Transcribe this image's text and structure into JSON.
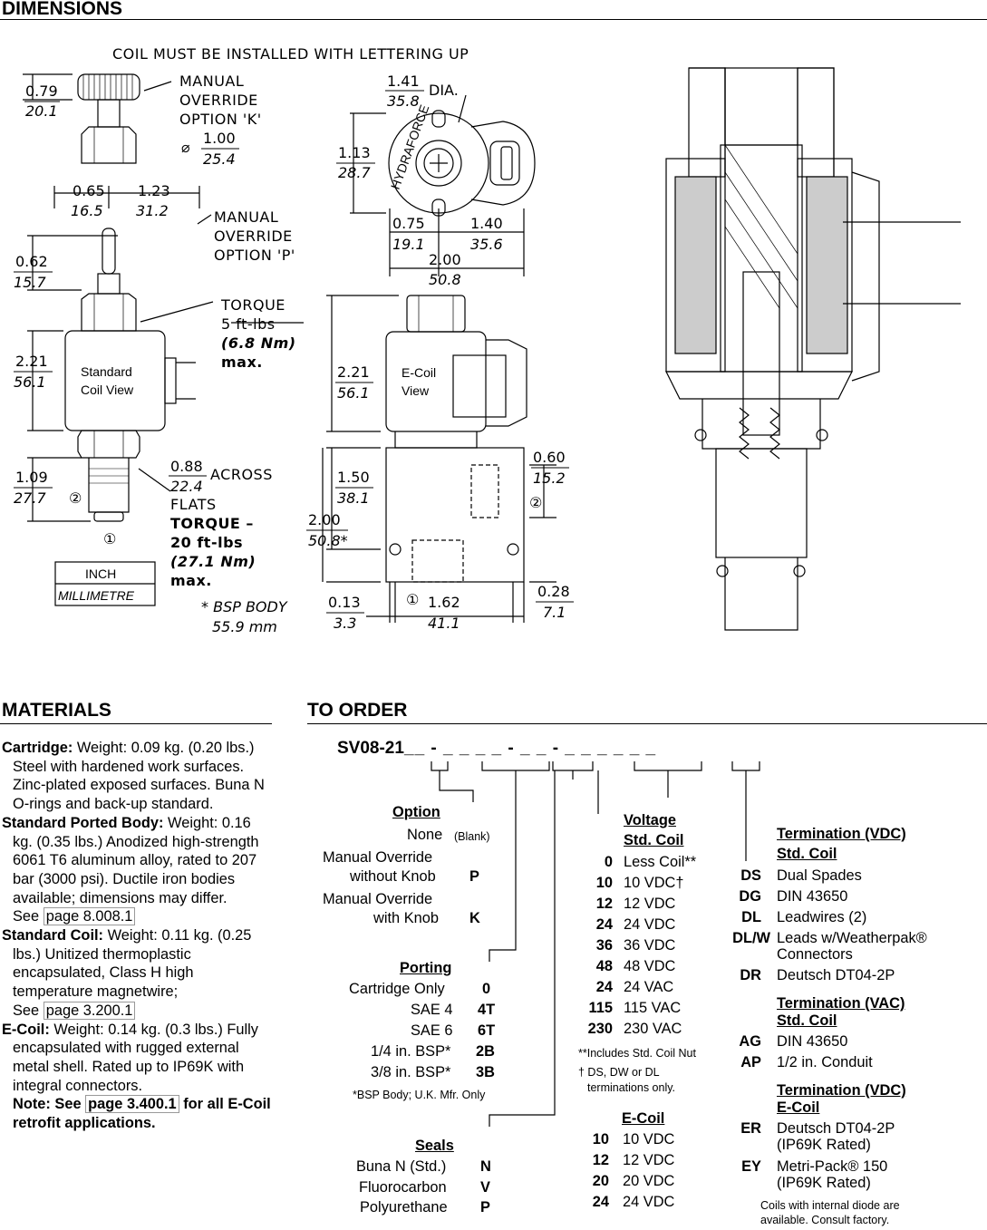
{
  "headings": {
    "dimensions": "DIMENSIONS",
    "materials": "MATERIALS",
    "to_order": "TO ORDER"
  },
  "dimensions": {
    "coil_note": "COIL MUST BE INSTALLED WITH LETTERING UP",
    "manual_override_k": [
      "MANUAL",
      "OVERRIDE",
      "OPTION 'K'"
    ],
    "manual_override_p": [
      "MANUAL",
      "OVERRIDE",
      "OPTION 'P'"
    ],
    "dim_079": "0.79",
    "dim_201": "20.1",
    "dim_100": "1.00",
    "dim_254": "25.4",
    "dim_065": "0.65",
    "dim_165": "16.5",
    "dim_123": "1.23",
    "dim_312": "31.2",
    "dim_062": "0.62",
    "dim_157": "15.7",
    "dim_221a": "2.21",
    "dim_561a": "56.1",
    "dim_109": "1.09",
    "dim_277": "27.7",
    "dim_088": "0.88",
    "dim_224": "22.4",
    "across": "ACROSS",
    "flats": "FLATS",
    "torque_label": "TORQUE",
    "torque1": "5 ft-lbs",
    "torque1_metric": "(6.8 Nm)",
    "max": "max.",
    "torque2_label": "TORQUE –",
    "torque2": "20 ft-lbs",
    "torque2_metric": "(27.1 Nm)",
    "inch": "INCH",
    "millimetre": "MILLIMETRE",
    "bsp_body": "* BSP BODY",
    "bsp_mm": "55.9 mm",
    "standard_coil_view": [
      "Standard",
      "Coil View"
    ],
    "ecoil_view": [
      "E-Coil",
      "View"
    ],
    "dim_141": "1.41",
    "dim_358": "35.8",
    "dia": "DIA.",
    "dim_113": "1.13",
    "dim_287": "28.7",
    "dim_075": "0.75",
    "dim_191": "19.1",
    "dim_140": "1.40",
    "dim_356": "35.6",
    "dim_200a": "2.00",
    "dim_508a": "50.8",
    "dim_221b": "2.21",
    "dim_561b": "56.1",
    "dim_150": "1.50",
    "dim_381": "38.1",
    "dim_200b": "2.00",
    "dim_508b": "50.8*",
    "dim_060": "0.60",
    "dim_152": "15.2",
    "dim_013": "0.13",
    "dim_33": "3.3",
    "dim_162": "1.62",
    "dim_411": "41.1",
    "dim_028": "0.28",
    "dim_71": "7.1",
    "port1": "①",
    "port2": "②",
    "hydraforce": "HYDRAFORCE"
  },
  "materials": {
    "cartridge": {
      "label": "Cartridge:",
      "text": " Weight: 0.09 kg. (0.20 lbs.) Steel with hardened work surfaces. Zinc-plated exposed surfaces. Buna N O-rings and back-up standard."
    },
    "body": {
      "label": "Standard Ported Body:",
      "text": " Weight: 0.16 kg. (0.35 lbs.) Anodized high-strength 6061 T6 aluminum alloy, rated to 207 bar (3000 psi). Ductile iron bodies available; dimensions may differ.",
      "see": "See ",
      "ref": "page 8.008.1"
    },
    "coil": {
      "label": "Standard Coil:",
      "text": " Weight: 0.11 kg. (0.25 lbs.) Unitized thermoplastic encapsulated, Class H high temperature magnetwire;",
      "see": "See ",
      "ref": "page 3.200.1"
    },
    "ecoil": {
      "label": "E-Coil:",
      "text": " Weight: 0.14 kg. (0.3 lbs.) Fully encapsulated with rugged external metal shell. Rated up to IP69K with integral connectors.",
      "note": "Note: See ",
      "ref": "page 3.400.1",
      "note_end": " for all E-Coil retrofit applications."
    }
  },
  "order": {
    "code": "SV08-21",
    "code_blanks": "__ - _ _ _ _ - _ _ - _ _ _ _ _ _",
    "option": {
      "title": "Option",
      "rows": [
        {
          "label": "None",
          "extra": "(Blank)",
          "code": ""
        },
        {
          "label": "Manual Override",
          "label2": "without Knob",
          "code": "P"
        },
        {
          "label": "Manual Override",
          "label2": "with Knob",
          "code": "K"
        }
      ]
    },
    "porting": {
      "title": "Porting",
      "rows": [
        {
          "label": "Cartridge Only",
          "code": "0"
        },
        {
          "label": "SAE 4",
          "code": "4T"
        },
        {
          "label": "SAE 6",
          "code": "6T"
        },
        {
          "label": "1/4 in. BSP*",
          "code": "2B"
        },
        {
          "label": "3/8 in. BSP*",
          "code": "3B"
        }
      ],
      "note": "*BSP Body; U.K. Mfr. Only"
    },
    "seals": {
      "title": "Seals",
      "rows": [
        {
          "label": "Buna N (Std.)",
          "code": "N"
        },
        {
          "label": "Fluorocarbon",
          "code": "V"
        },
        {
          "label": "Polyurethane",
          "code": "P"
        }
      ]
    },
    "voltage": {
      "title": "Voltage",
      "subtitle": "Std. Coil",
      "rows": [
        {
          "code": "0",
          "label": "Less Coil**"
        },
        {
          "code": "10",
          "label": "10 VDC†"
        },
        {
          "code": "12",
          "label": "12 VDC"
        },
        {
          "code": "24",
          "label": "24 VDC"
        },
        {
          "code": "36",
          "label": "36 VDC"
        },
        {
          "code": "48",
          "label": "48 VDC"
        },
        {
          "code": "24",
          "label": "24 VAC"
        },
        {
          "code": "115",
          "label": "115 VAC"
        },
        {
          "code": "230",
          "label": "230 VAC"
        }
      ],
      "note1": "**Includes Std. Coil Nut",
      "note2a": "† DS, DW or DL",
      "note2b": "terminations only."
    },
    "ecoil": {
      "title": "E-Coil",
      "rows": [
        {
          "code": "10",
          "label": "10 VDC"
        },
        {
          "code": "12",
          "label": "12 VDC"
        },
        {
          "code": "20",
          "label": "20 VDC"
        },
        {
          "code": "24",
          "label": "24 VDC"
        }
      ]
    },
    "term_vdc": {
      "title": "Termination (VDC)",
      "subtitle": "Std. Coil",
      "rows": [
        {
          "code": "DS",
          "label": "Dual Spades"
        },
        {
          "code": "DG",
          "label": "DIN 43650"
        },
        {
          "code": "DL",
          "label": "Leadwires (2)"
        },
        {
          "code": "DL/W",
          "label": "Leads w/Weatherpak®",
          "label2": "Connectors"
        },
        {
          "code": "DR",
          "label": "Deutsch DT04-2P"
        }
      ]
    },
    "term_vac": {
      "title": "Termination (VAC)",
      "subtitle": "Std. Coil",
      "rows": [
        {
          "code": "AG",
          "label": "DIN 43650"
        },
        {
          "code": "AP",
          "label": "1/2 in. Conduit"
        }
      ]
    },
    "term_ecoil": {
      "title": "Termination (VDC)",
      "subtitle": "E-Coil",
      "rows": [
        {
          "code": "ER",
          "label": "Deutsch DT04-2P",
          "label2": "(IP69K Rated)"
        },
        {
          "code": "EY",
          "label": "Metri-Pack® 150",
          "label2": "(IP69K Rated)"
        }
      ]
    },
    "diode_note1": "Coils with internal diode are",
    "diode_note2": "available. Consult factory."
  }
}
